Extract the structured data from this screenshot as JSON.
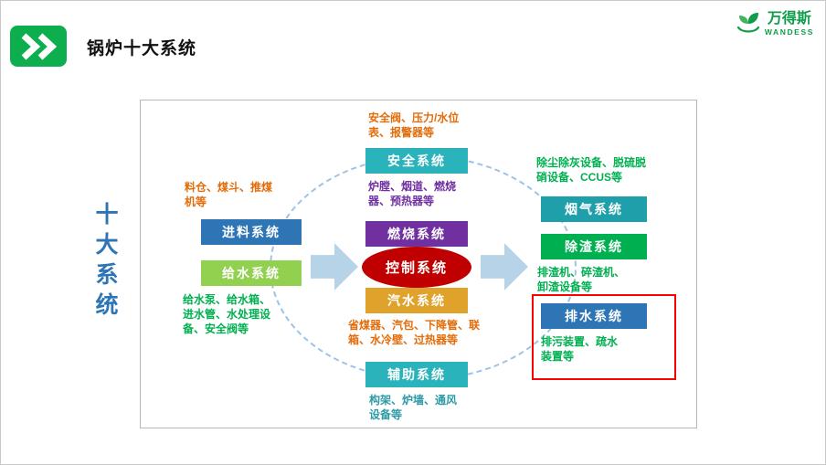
{
  "header": {
    "title": "锅炉十大系统",
    "logo": {
      "name": "万得斯",
      "subname": "WANDESS"
    }
  },
  "side_label": "十大系统",
  "colors": {
    "badge_green": "#0cae4e",
    "logo_green": "#0f9d4b",
    "side_blue": "#2e75b6",
    "teal": "#2bb3bc",
    "teal_dark": "#1e9fa9",
    "purple": "#7030a0",
    "control_red": "#c00000",
    "gold": "#dfa32c",
    "blue": "#2e75b6",
    "light_green": "#92d050",
    "green": "#00b050",
    "arrow_blue": "#b7d3e8",
    "highlight_red": "#ff0000",
    "note_orange": "#e36c0a",
    "note_purple": "#7030a0",
    "note_green": "#00b050",
    "note_teal": "#2e9aa6"
  },
  "diagram": {
    "middle": {
      "safety_note": "安全阀、压力/水位表、报警器等",
      "safety_label": "安全系统",
      "combustion_note": "炉膛、烟道、燃烧器、预热器等",
      "combustion_label": "燃烧系统",
      "control_label": "控制系统",
      "steam_label": "汽水系统",
      "steam_note": "省煤器、汽包、下降管、联箱、水冷壁、过热器等",
      "auxiliary_label": "辅助系统",
      "auxiliary_note": "构架、炉墙、通风设备等"
    },
    "left": {
      "feed_note": "料仓、煤斗、推煤机等",
      "feed_label": "进料系统",
      "feedwater_label": "给水系统",
      "feedwater_note": "给水泵、给水箱、进水管、水处理设备、安全阀等"
    },
    "right": {
      "flue_note": "除尘除灰设备、脱硫脱硝设备、CCUS等",
      "flue_label": "烟气系统",
      "slag_label": "除渣系统",
      "slag_note": "排渣机、碎渣机、卸渣设备等",
      "drain_label": "排水系统",
      "drain_note": "排污装置、疏水装置等"
    }
  }
}
